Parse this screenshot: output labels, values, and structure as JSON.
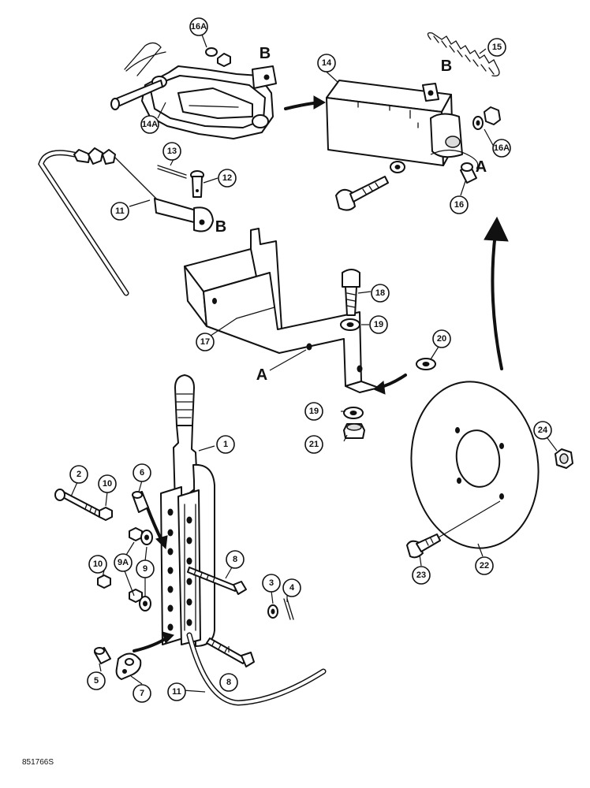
{
  "figure_number": "851766S",
  "callouts": {
    "c1": "1",
    "c2": "2",
    "c3": "3",
    "c4": "4",
    "c5": "5",
    "c6": "6",
    "c7": "7",
    "c8a": "8",
    "c8b": "8",
    "c9": "9",
    "c9a": "9A",
    "c10a": "10",
    "c10b": "10",
    "c11a": "11",
    "c11b": "11",
    "c12": "12",
    "c13": "13",
    "c14": "14",
    "c14a": "14A",
    "c15": "15",
    "c16": "16",
    "c16a1": "16A",
    "c16a2": "16A",
    "c17": "17",
    "c18": "18",
    "c19a": "19",
    "c19b": "19",
    "c20": "20",
    "c21": "21",
    "c22": "22",
    "c23": "23",
    "c24": "24"
  },
  "reference_letters": {
    "b_top": "B",
    "b_link": "B",
    "b_clevis": "B",
    "a_pivot": "A",
    "a_bracket": "A"
  }
}
